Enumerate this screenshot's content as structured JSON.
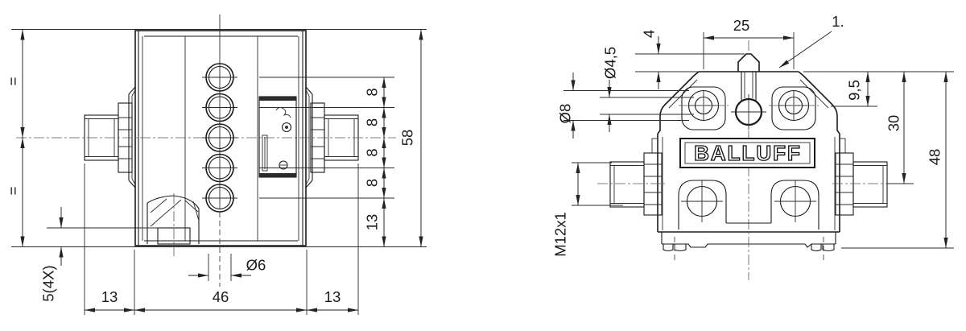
{
  "drawing": {
    "type": "technical-dimension-drawing",
    "brand_logo": "BALLUFF",
    "views": [
      "side-view",
      "front-view"
    ]
  },
  "dims": {
    "left": {
      "equal_top": "=",
      "equal_bottom": "=",
      "total_height": "58",
      "pitch1": "8",
      "pitch2": "8",
      "pitch3": "8",
      "pitch4": "8",
      "bottom_to_hole": "13",
      "hole_dia": "Ø6",
      "left_width": "13",
      "body_width": "46",
      "right_width": "13",
      "foot_height": "5(4X)"
    },
    "right": {
      "top_width": "25",
      "tab_height": "4",
      "hole_dia": "Ø4,5",
      "boss_dia": "Ø8",
      "note": "1.",
      "top_to_hole": "9,5",
      "top_to_center": "30",
      "total_height": "48",
      "thread": "M12x1"
    }
  },
  "logo": {
    "brand": "BALLUFF"
  },
  "colors": {
    "line": "#1a1a1a",
    "background": "#ffffff"
  }
}
